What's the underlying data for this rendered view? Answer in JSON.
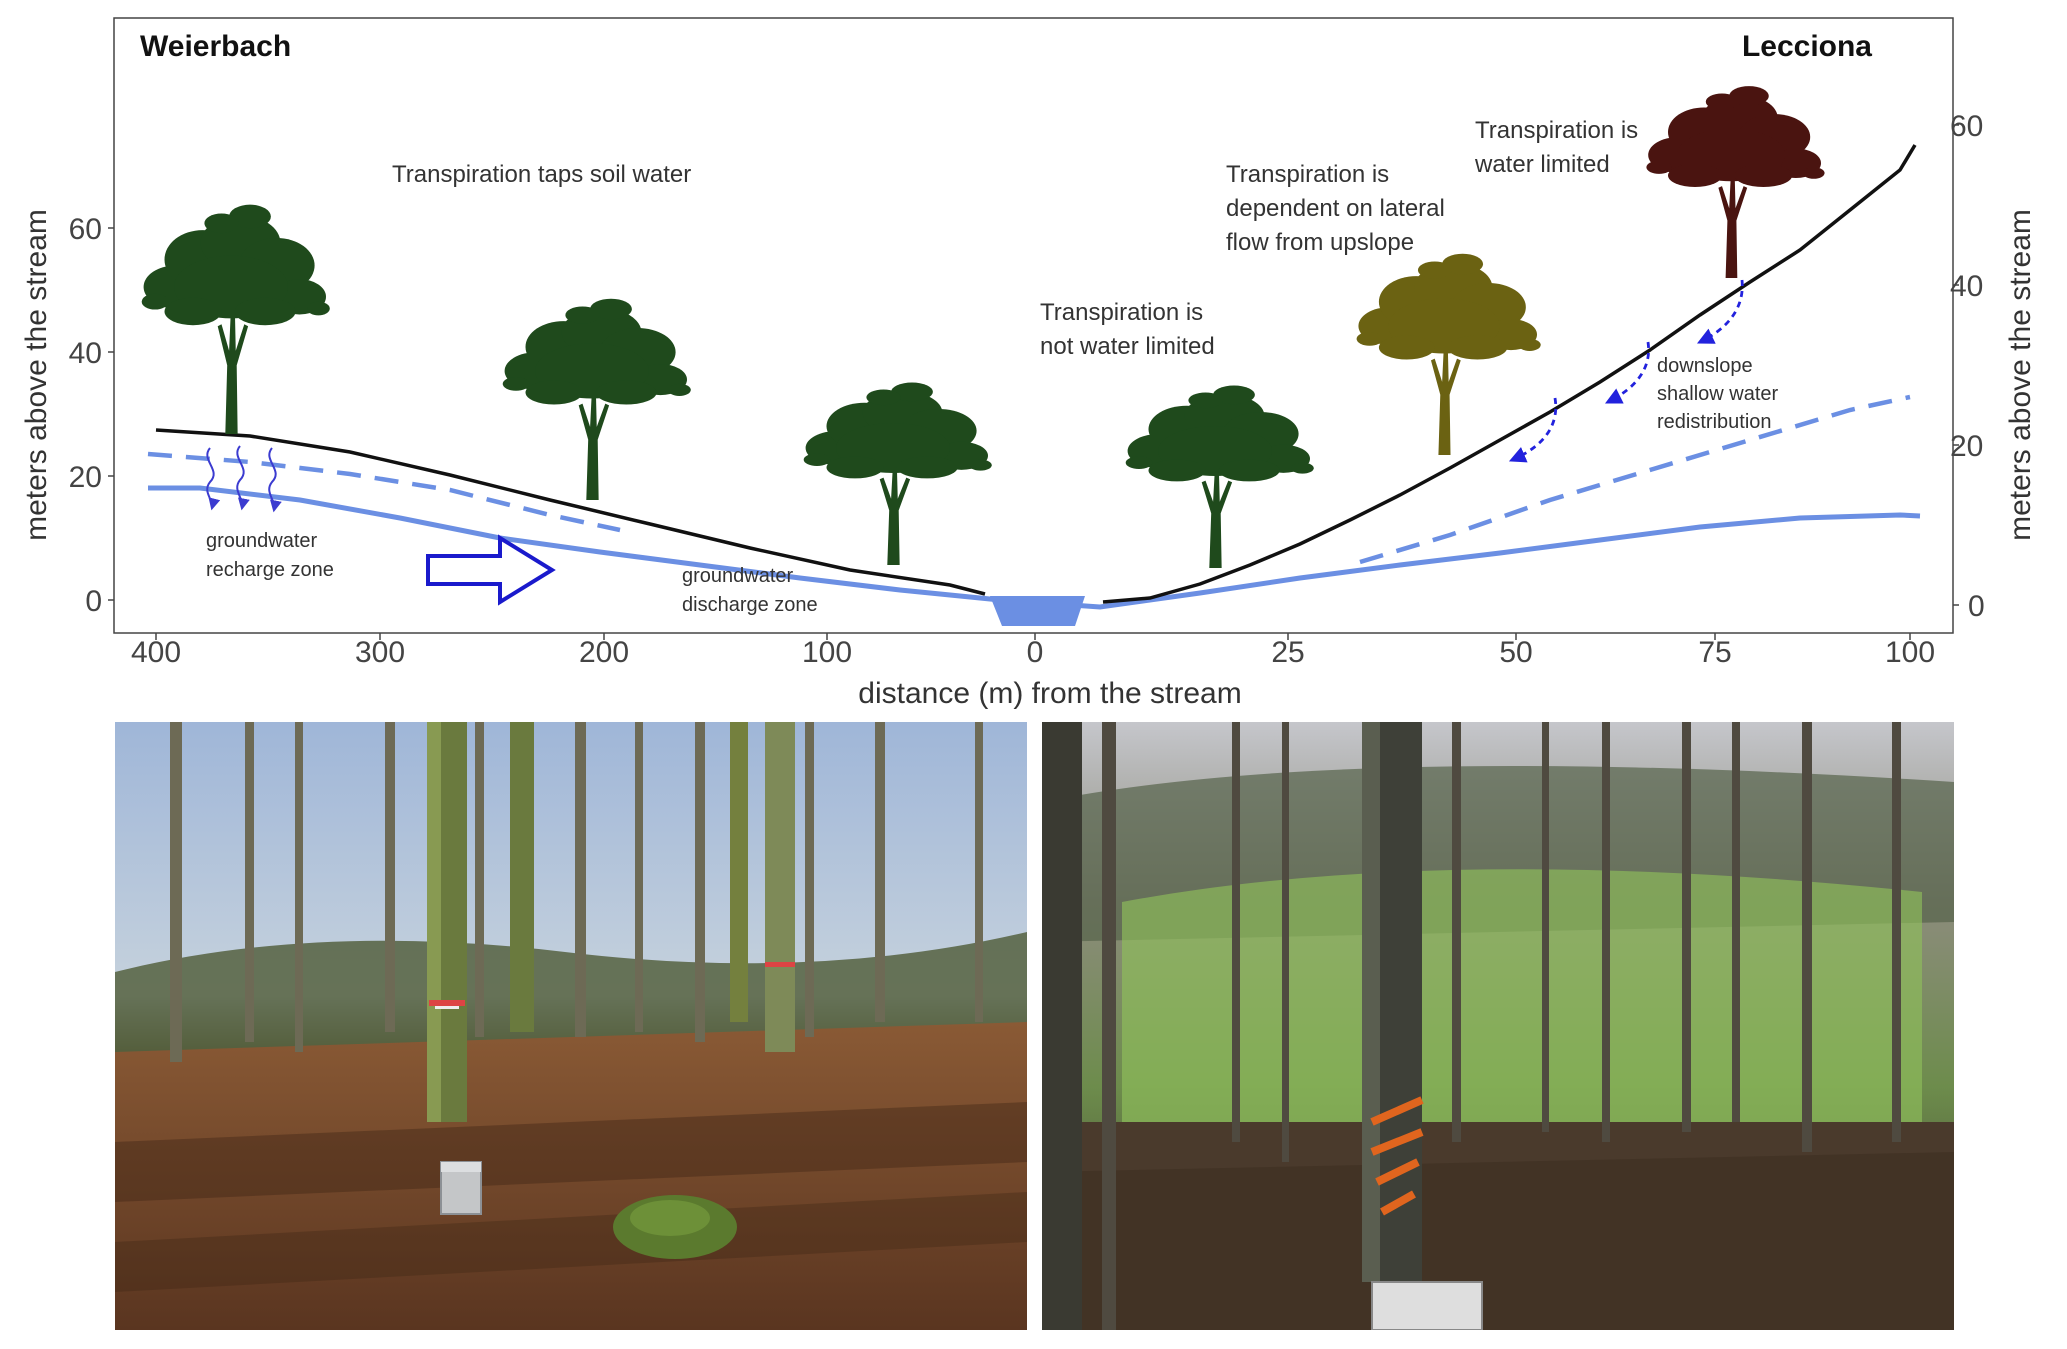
{
  "panel_left_title": "Weierbach",
  "panel_right_title": "Lecciona",
  "axes": {
    "left_ylabel": "meters above the stream",
    "right_ylabel": "meters above the stream",
    "xlabel": "distance (m) from the stream",
    "left_yticks": [
      "0",
      "20",
      "40",
      "60"
    ],
    "right_yticks": [
      "0",
      "20",
      "40",
      "60"
    ],
    "left_xticks": [
      "400",
      "300",
      "200",
      "100",
      "0"
    ],
    "right_xticks": [
      "25",
      "50",
      "75",
      "100"
    ]
  },
  "annotations": {
    "soil_water": "Transpiration taps soil water",
    "not_limited_1": "Transpiration is",
    "not_limited_2": "not water limited",
    "lateral_1": "Transpiration is",
    "lateral_2": "dependent on lateral",
    "lateral_3": "flow from upslope",
    "water_limited_1": "Transpiration is",
    "water_limited_2": "water limited",
    "recharge_1": "groundwater",
    "recharge_2": "recharge zone",
    "discharge_1": "groundwater",
    "discharge_2": "discharge zone",
    "redistribution_1": "downslope",
    "redistribution_2": "shallow water",
    "redistribution_3": "redistribution"
  },
  "colors": {
    "ground": "#111111",
    "groundwater": "#6b8fe3",
    "stream": "#6b8fe3",
    "flow_arrow": "#1a1acc",
    "redistribution_arrow": "#2222dd",
    "tree_green": "#1f4a1c",
    "tree_olive": "#6b6212",
    "tree_red": "#4a1410"
  },
  "photos": {
    "left_icon": "weierbach-beech-forest-photo",
    "right_icon": "lecciona-slope-forest-photo"
  }
}
